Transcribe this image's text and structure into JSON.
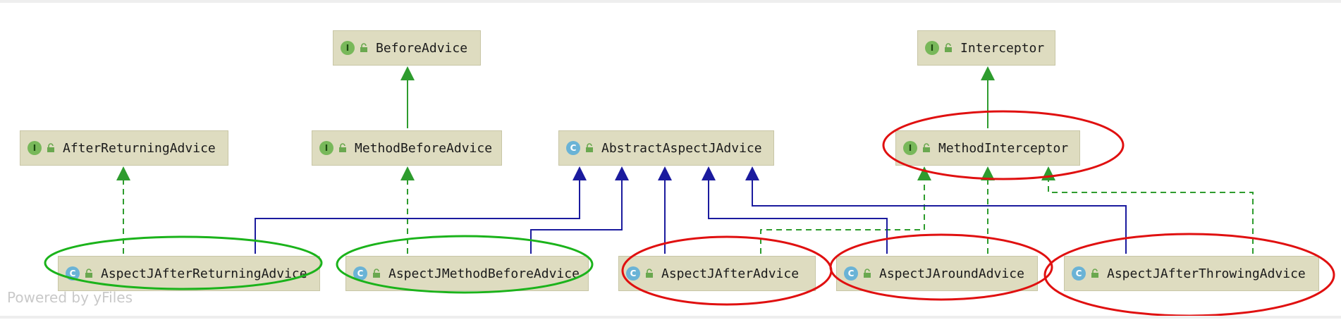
{
  "watermark": "Powered by yFiles",
  "colors": {
    "node_fill": "#dedcc0",
    "implements_edge": "#2e9c2e",
    "extends_edge": "#1b1b9e",
    "highlight_red": "#e01010",
    "highlight_green": "#1bb31b"
  },
  "nodes": {
    "before_advice": {
      "kind": "interface",
      "badge": "I",
      "name": "BeforeAdvice"
    },
    "interceptor": {
      "kind": "interface",
      "badge": "I",
      "name": "Interceptor"
    },
    "after_returning_advice": {
      "kind": "interface",
      "badge": "I",
      "name": "AfterReturningAdvice"
    },
    "method_before_advice": {
      "kind": "interface",
      "badge": "I",
      "name": "MethodBeforeAdvice"
    },
    "abstract_aspectj_advice": {
      "kind": "abstract-class",
      "badge": "C",
      "name": "AbstractAspectJAdvice"
    },
    "method_interceptor": {
      "kind": "interface",
      "badge": "I",
      "name": "MethodInterceptor"
    },
    "aspectj_after_returning_advice": {
      "kind": "class",
      "badge": "C",
      "name": "AspectJAfterReturningAdvice"
    },
    "aspectj_method_before_advice": {
      "kind": "class",
      "badge": "C",
      "name": "AspectJMethodBeforeAdvice"
    },
    "aspectj_after_advice": {
      "kind": "class",
      "badge": "C",
      "name": "AspectJAfterAdvice"
    },
    "aspectj_around_advice": {
      "kind": "class",
      "badge": "C",
      "name": "AspectJAroundAdvice"
    },
    "aspectj_after_throwing_advice": {
      "kind": "class",
      "badge": "C",
      "name": "AspectJAfterThrowingAdvice"
    }
  },
  "edges": [
    {
      "from": "method_before_advice",
      "to": "before_advice",
      "type": "extends-interface"
    },
    {
      "from": "method_interceptor",
      "to": "interceptor",
      "type": "extends-interface"
    },
    {
      "from": "aspectj_after_returning_advice",
      "to": "after_returning_advice",
      "type": "implements"
    },
    {
      "from": "aspectj_method_before_advice",
      "to": "method_before_advice",
      "type": "implements"
    },
    {
      "from": "aspectj_after_advice",
      "to": "method_interceptor",
      "type": "implements"
    },
    {
      "from": "aspectj_around_advice",
      "to": "method_interceptor",
      "type": "implements"
    },
    {
      "from": "aspectj_after_throwing_advice",
      "to": "method_interceptor",
      "type": "implements"
    },
    {
      "from": "aspectj_after_returning_advice",
      "to": "abstract_aspectj_advice",
      "type": "extends"
    },
    {
      "from": "aspectj_method_before_advice",
      "to": "abstract_aspectj_advice",
      "type": "extends"
    },
    {
      "from": "aspectj_after_advice",
      "to": "abstract_aspectj_advice",
      "type": "extends"
    },
    {
      "from": "aspectj_around_advice",
      "to": "abstract_aspectj_advice",
      "type": "extends"
    },
    {
      "from": "aspectj_after_throwing_advice",
      "to": "abstract_aspectj_advice",
      "type": "extends"
    }
  ],
  "highlights": {
    "red": [
      "method_interceptor",
      "aspectj_after_advice",
      "aspectj_around_advice",
      "aspectj_after_throwing_advice"
    ],
    "green": [
      "aspectj_after_returning_advice",
      "aspectj_method_before_advice"
    ]
  }
}
